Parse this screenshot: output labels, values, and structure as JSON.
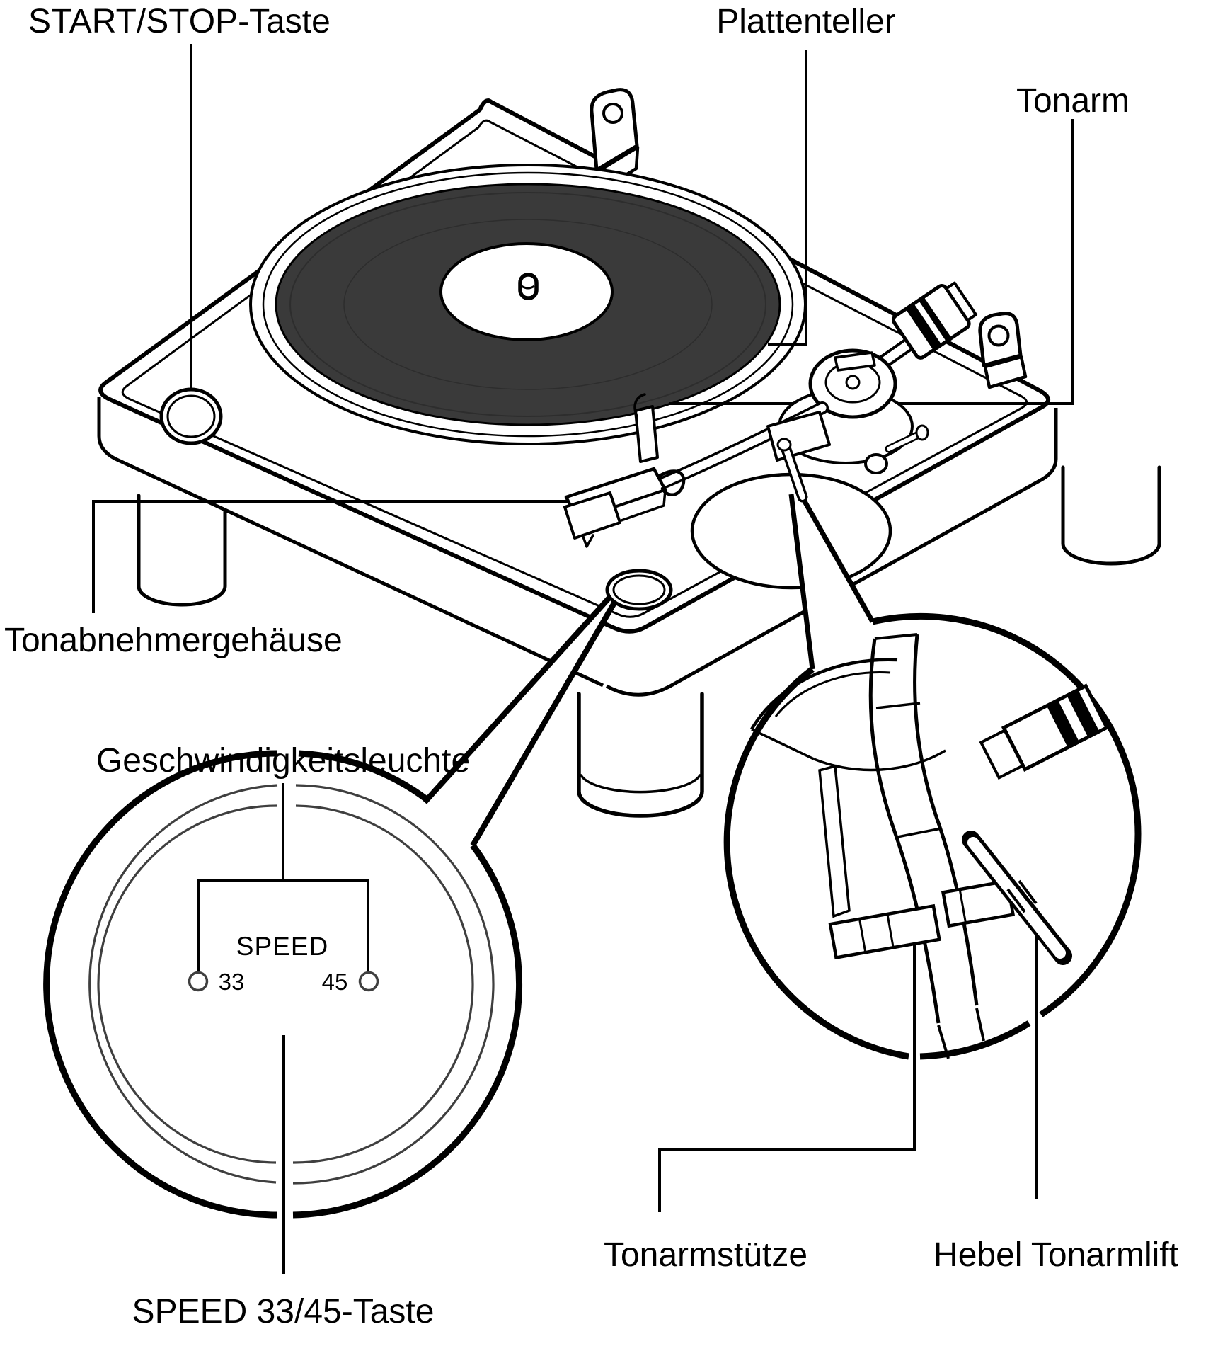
{
  "diagram": {
    "subject": "turntable-parts-diagram",
    "colors": {
      "background": "#ffffff",
      "line": "#000000",
      "record": "#3a3a3a",
      "inner_ring": "#3f3f3f"
    },
    "labels": {
      "start_stop": "START/STOP-Taste",
      "plattenteller": "Plattenteller",
      "tonarm": "Tonarm",
      "tonabnehmergehaeuse": "Tonabnehmergehäuse",
      "geschwindigkeitsleuchte": "Geschwindigkeitsleuchte",
      "speed_taste": "SPEED 33/45-Taste",
      "tonarmstuetze": "Tonarmstütze",
      "hebel_tonarmlift": "Hebel Tonarmlift"
    },
    "speed_panel": {
      "title": "SPEED",
      "left_value": "33",
      "right_value": "45"
    }
  }
}
